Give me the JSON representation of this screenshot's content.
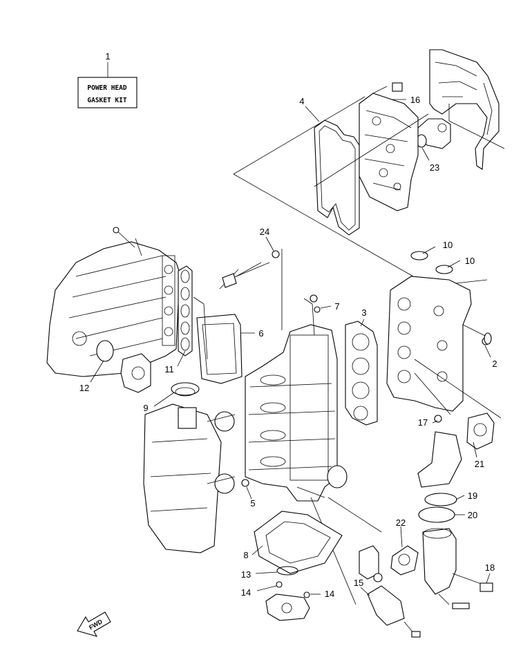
{
  "kit_box": {
    "line1": "POWER HEAD",
    "line2": "GASKET KIT"
  },
  "direction_label": "FWD",
  "callouts": {
    "c1": "1",
    "c2": "2",
    "c3": "3",
    "c4": "4",
    "c5": "5",
    "c6": "6",
    "c7": "7",
    "c8": "8",
    "c9": "9",
    "c10a": "10",
    "c10b": "10",
    "c11": "11",
    "c12": "12",
    "c13": "13",
    "c14a": "14",
    "c14b": "14",
    "c15": "15",
    "c16": "16",
    "c17": "17",
    "c18": "18",
    "c19": "19",
    "c20": "20",
    "c21": "21",
    "c22": "22",
    "c23": "23",
    "c24": "24"
  }
}
